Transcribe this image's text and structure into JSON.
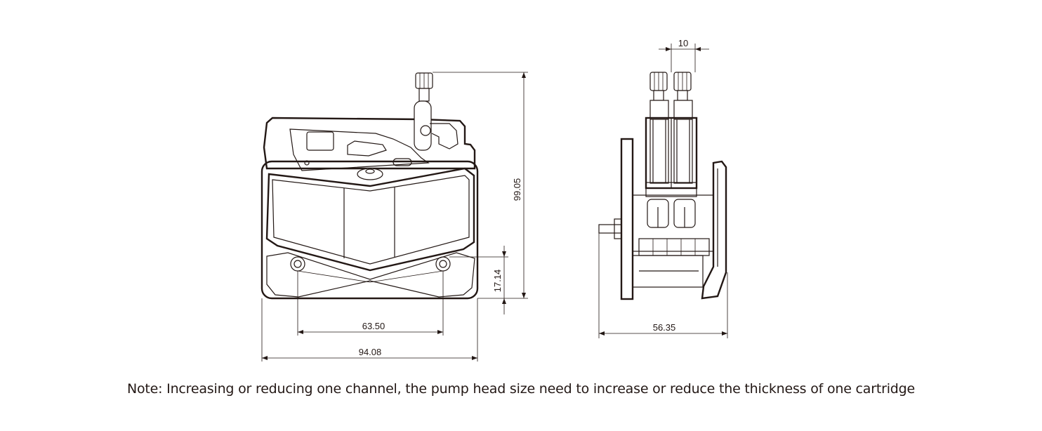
{
  "front_view": {
    "width_dim": "94.08",
    "hole_spacing_dim": "63.50",
    "height_dim": "99.05",
    "hole_height_dim": "17.14"
  },
  "side_view": {
    "depth_dim": "56.35",
    "cartridge_dim": "10"
  },
  "note": "Note: Increasing or reducing one channel, the pump head size need to increase or reduce the thickness of one cartridge",
  "colors": {
    "line": "#231815",
    "background": "#ffffff"
  }
}
